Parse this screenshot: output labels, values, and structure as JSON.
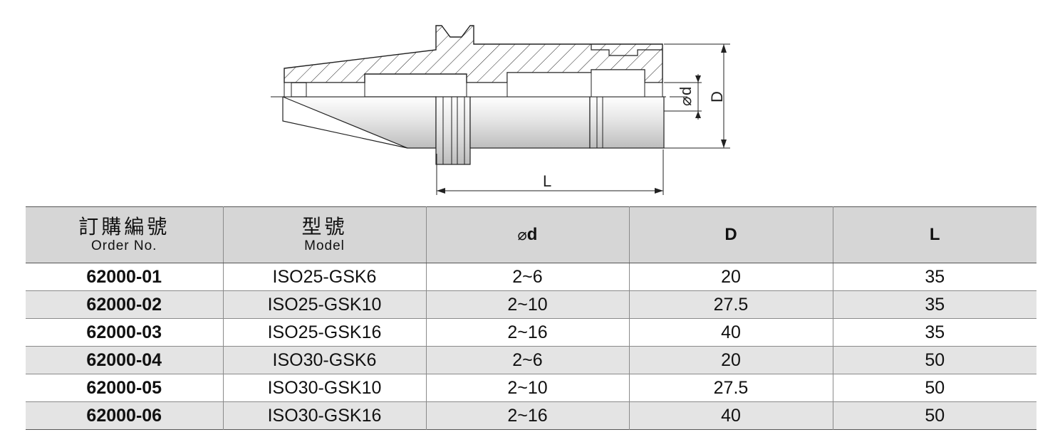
{
  "drawing": {
    "dim_labels": {
      "bore": "d",
      "outer_diameter": "D",
      "length": "L"
    }
  },
  "table": {
    "headers": {
      "order_no_zh": "訂購編號",
      "order_no_en": "Order No.",
      "model_zh": "型號",
      "model_en": "Model",
      "d": "d",
      "D": "D",
      "L": "L"
    },
    "rows": [
      {
        "order_no": "62000-01",
        "model": "ISO25-GSK6",
        "d": "2~6",
        "D": "20",
        "L": "35"
      },
      {
        "order_no": "62000-02",
        "model": "ISO25-GSK10",
        "d": "2~10",
        "D": "27.5",
        "L": "35"
      },
      {
        "order_no": "62000-03",
        "model": "ISO25-GSK16",
        "d": "2~16",
        "D": "40",
        "L": "35"
      },
      {
        "order_no": "62000-04",
        "model": "ISO30-GSK6",
        "d": "2~6",
        "D": "20",
        "L": "50"
      },
      {
        "order_no": "62000-05",
        "model": "ISO30-GSK10",
        "d": "2~10",
        "D": "27.5",
        "L": "50"
      },
      {
        "order_no": "62000-06",
        "model": "ISO30-GSK16",
        "d": "2~16",
        "D": "40",
        "L": "50"
      }
    ]
  }
}
